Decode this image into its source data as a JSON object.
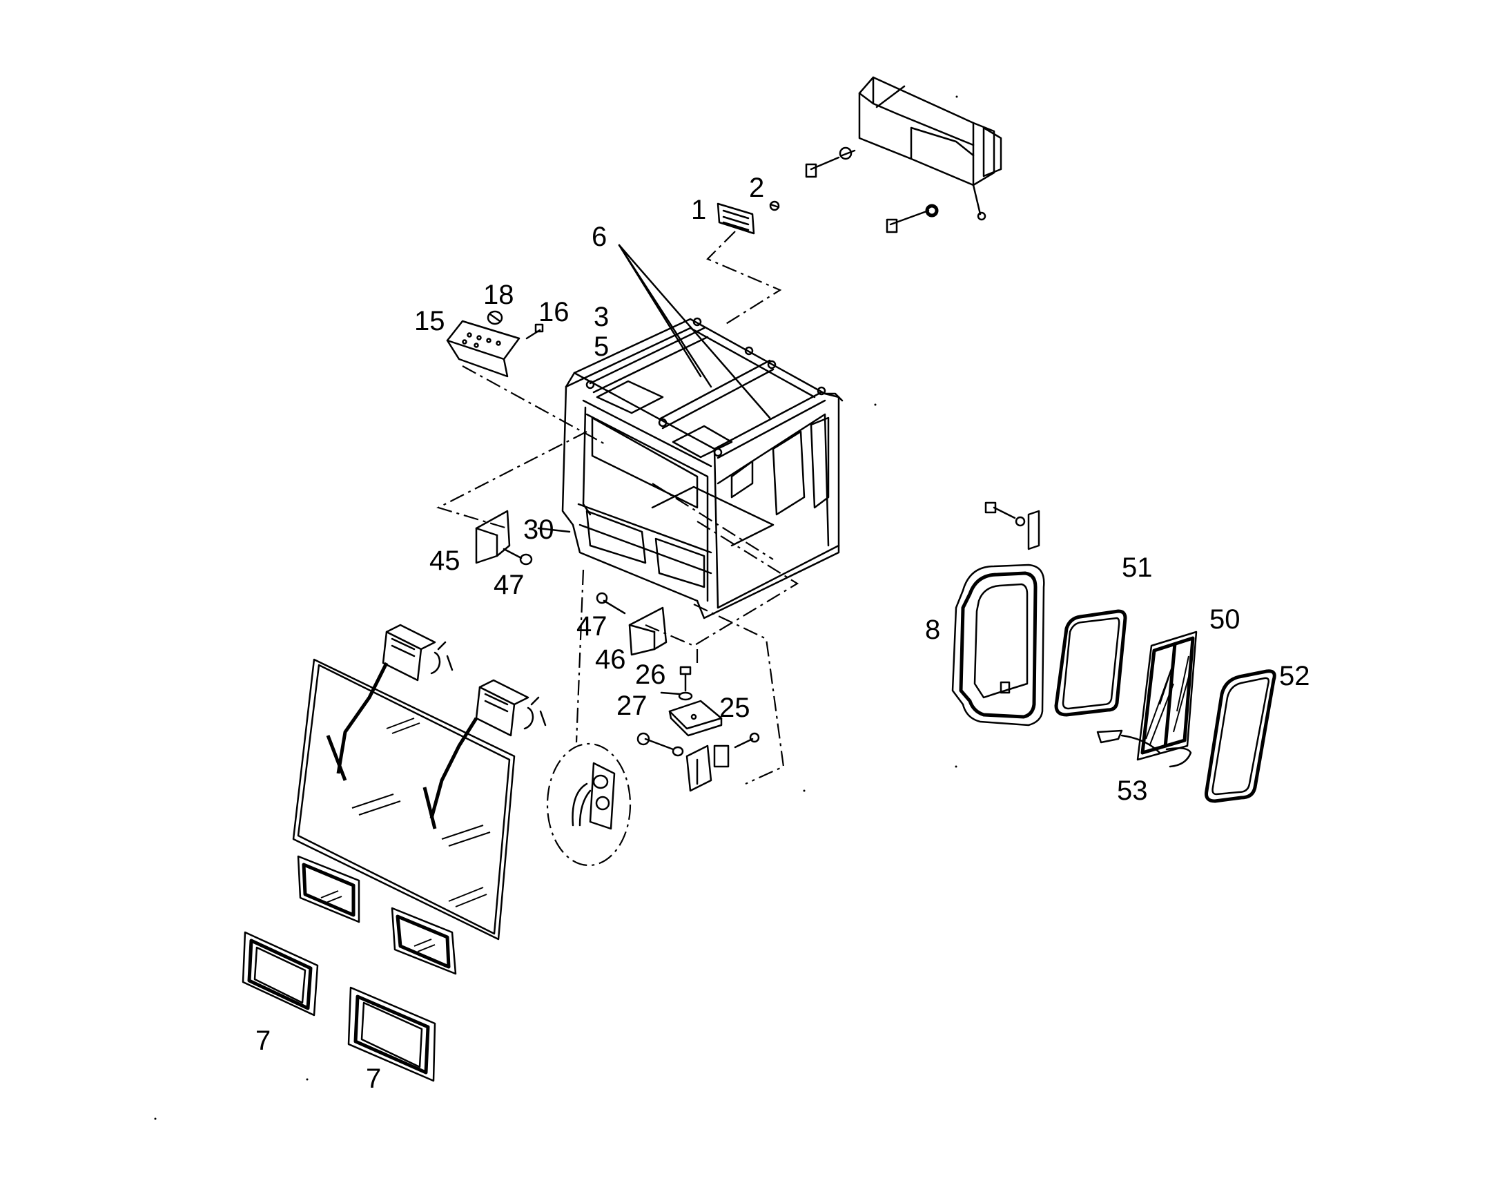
{
  "labels": {
    "l1": "1",
    "l2": "2",
    "l3": "3",
    "l5": "5",
    "l6": "6",
    "l7a": "7",
    "l7b": "7",
    "l8": "8",
    "l15": "15",
    "l16": "16",
    "l18": "18",
    "l25": "25",
    "l26": "26",
    "l27": "27",
    "l30": "30",
    "l45": "45",
    "l46": "46",
    "l47a": "47",
    "l47b": "47",
    "l50": "50",
    "l51": "51",
    "l52": "52",
    "l53": "53"
  }
}
